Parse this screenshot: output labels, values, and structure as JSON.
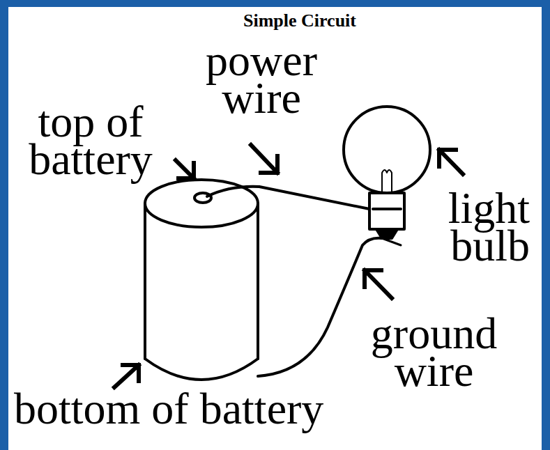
{
  "diagram": {
    "title": "Simple Circuit",
    "labels": [
      "power wire",
      "top of battery",
      "light bulb",
      "ground wire",
      "bottom of battery"
    ]
  }
}
